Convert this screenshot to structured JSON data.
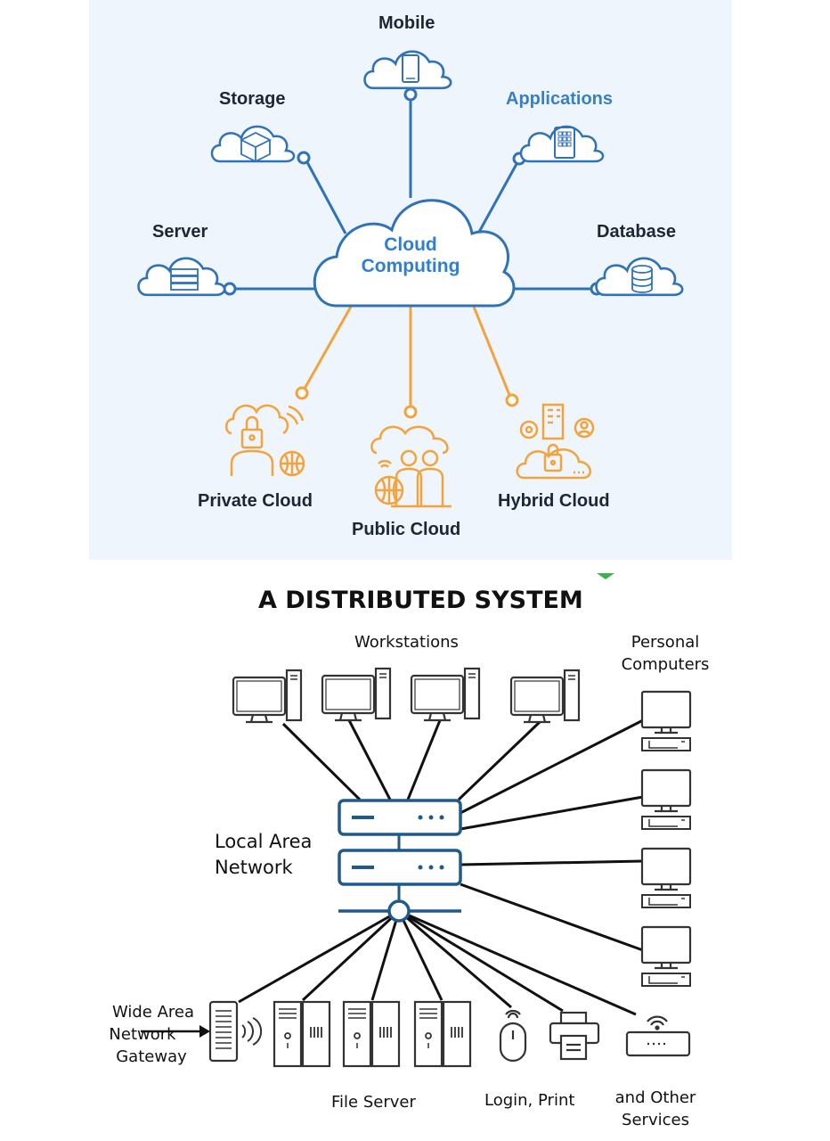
{
  "cloud_diagram": {
    "center": {
      "line1": "Cloud",
      "line2": "Computing"
    },
    "services": {
      "mobile": "Mobile",
      "storage": "Storage",
      "applications": "Applications",
      "server": "Server",
      "database": "Database"
    },
    "deployment": {
      "private": "Private Cloud",
      "public": "Public Cloud",
      "hybrid": "Hybrid Cloud"
    },
    "colors": {
      "blue": "#2f72b9",
      "orange": "#f3a33c",
      "panel": "#eef5fc",
      "accent_label": "#3a7fc4"
    }
  },
  "distributed_system": {
    "title": "A DISTRIBUTED SYSTEM",
    "workstations_label": "Workstations",
    "personal_computers": {
      "line1": "Personal",
      "line2": "Computers"
    },
    "lan": {
      "line1": "Local Area",
      "line2": "Network"
    },
    "wan": {
      "line1": "Wide Area",
      "line2": "Network",
      "line3": "Gateway"
    },
    "file_server_label": "File Server",
    "services_label": {
      "part1": "Login,  Print",
      "part2a": "and Other",
      "part2b": "Services"
    },
    "colors": {
      "hub": "#1f5a8a",
      "accent": "#3bb34a"
    }
  }
}
